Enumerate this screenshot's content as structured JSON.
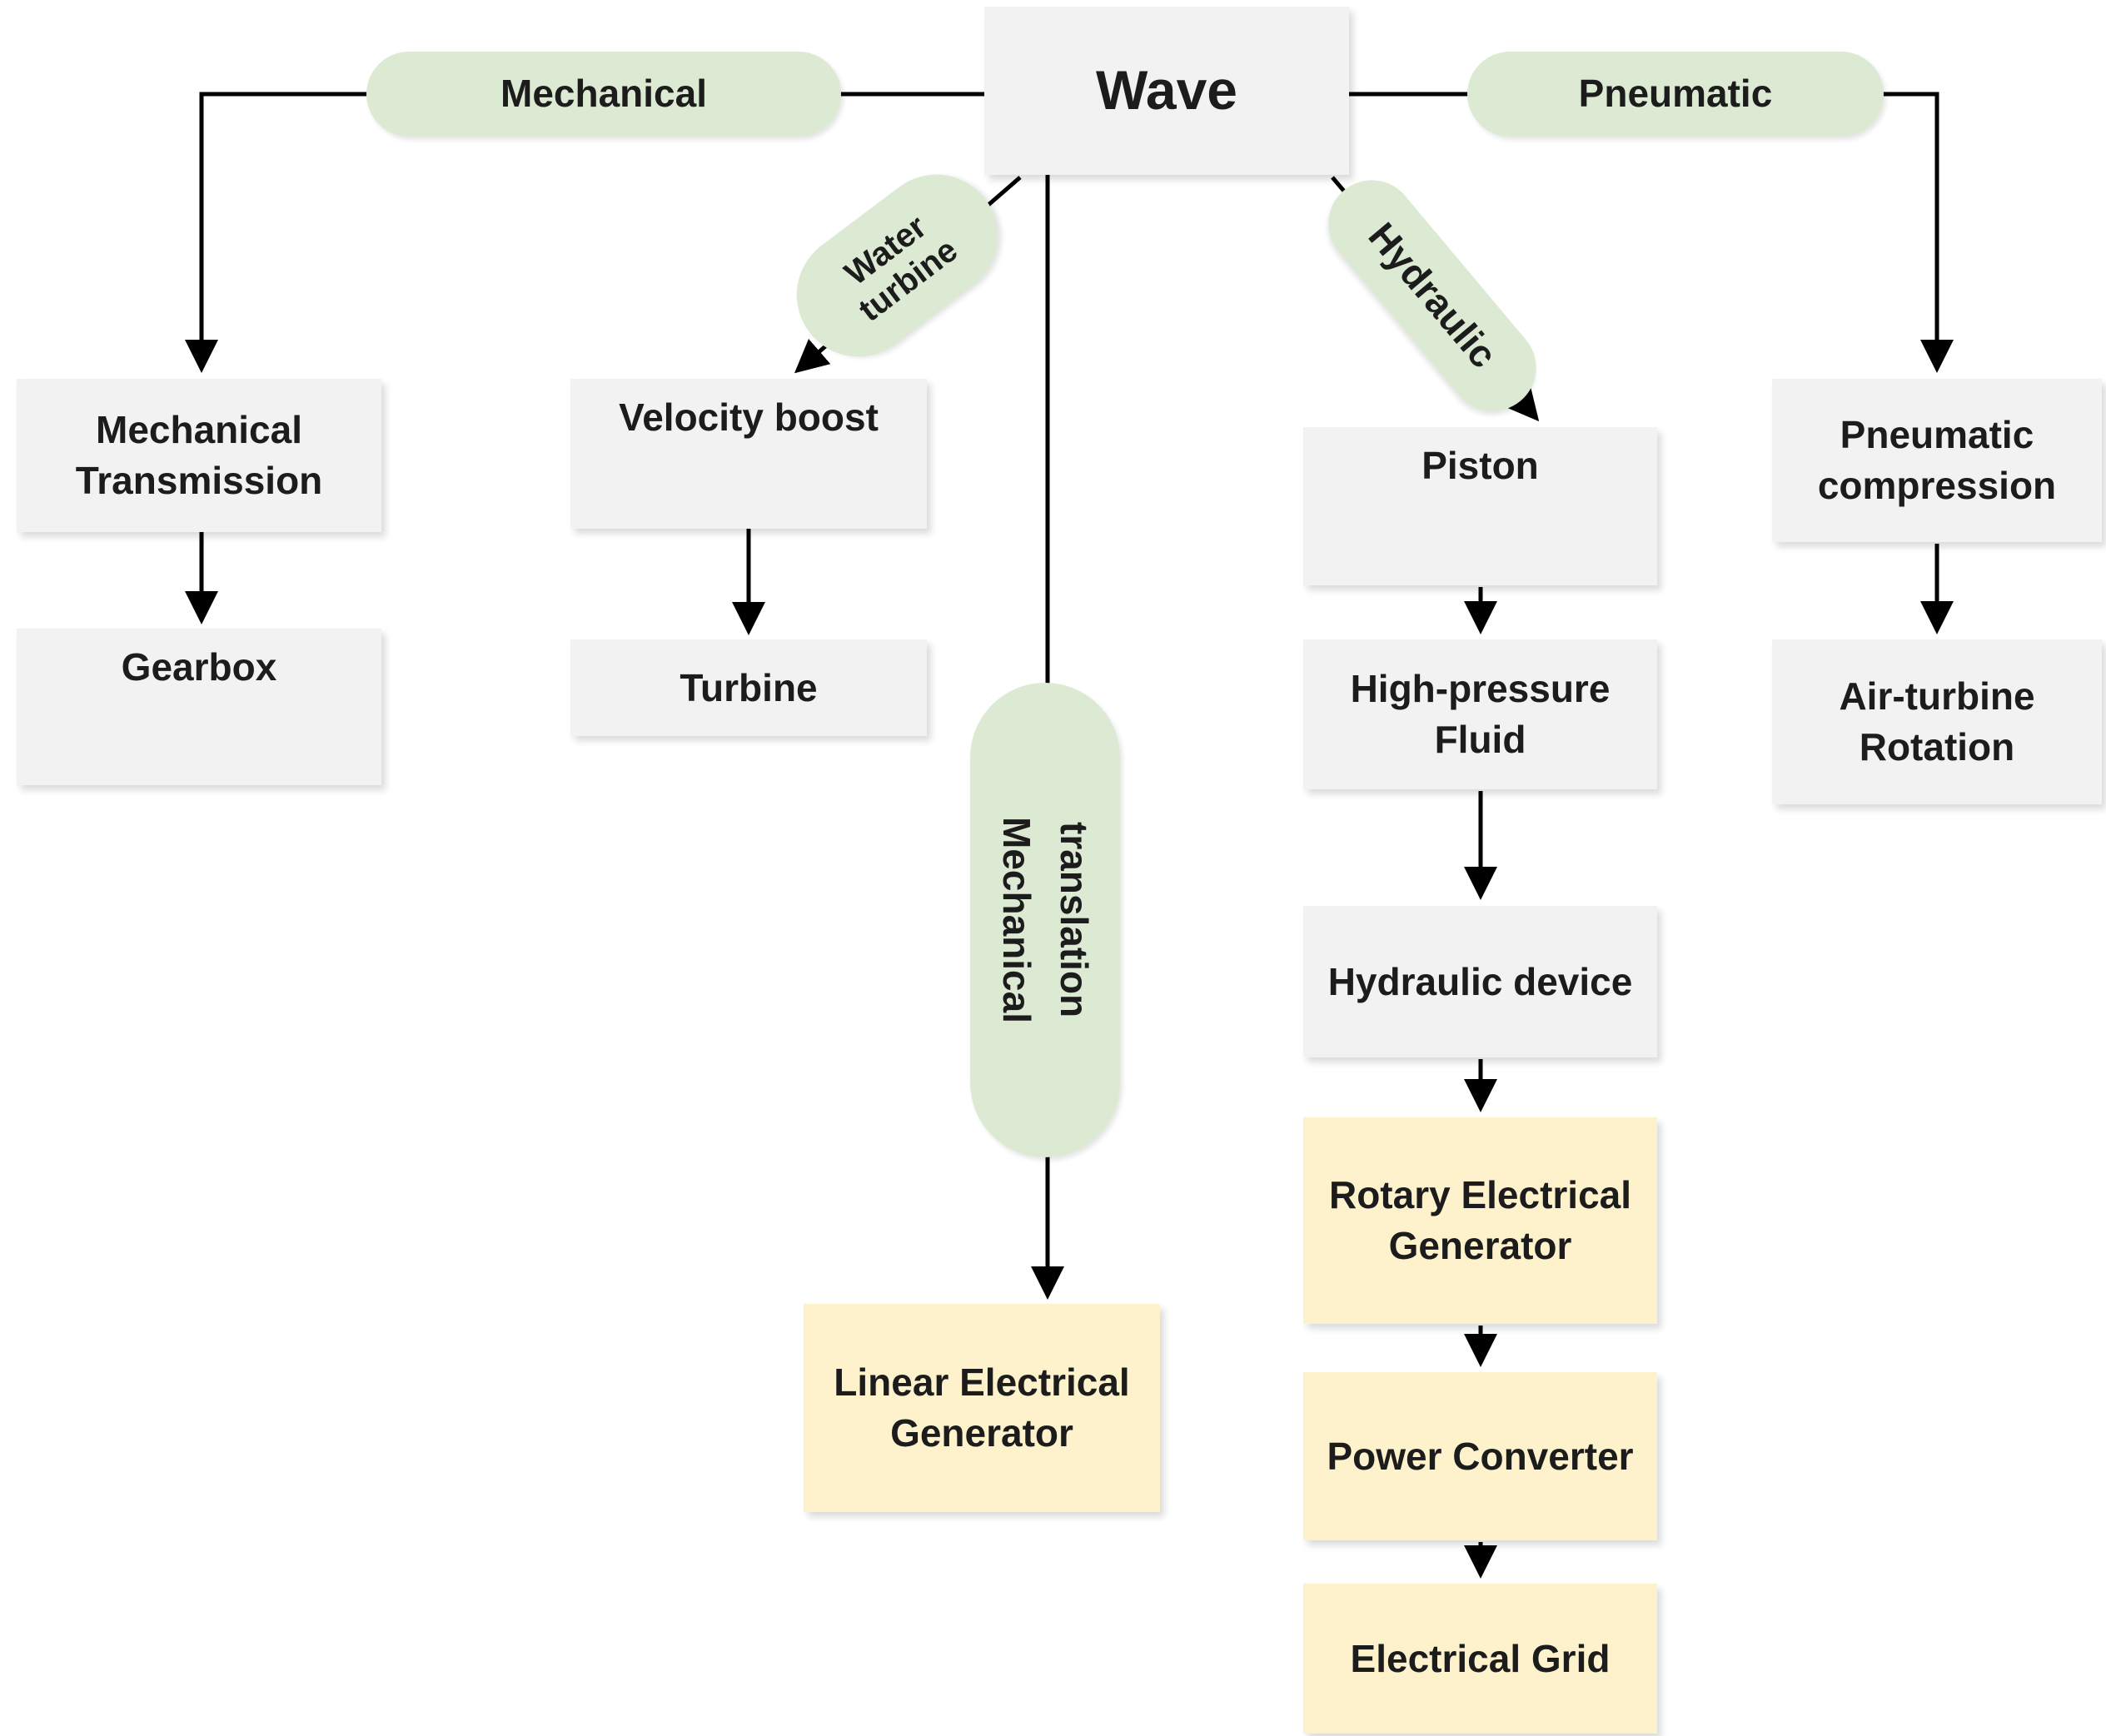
{
  "diagram": {
    "root": {
      "label": "Wave"
    },
    "branch_labels": {
      "mechanical": "Mechanical",
      "pneumatic": "Pneumatic",
      "hydraulic": "Hydraulic",
      "water_turbine": [
        "Water",
        "turbine"
      ],
      "mechanical_translation": [
        "Mechanical",
        "translation"
      ]
    },
    "nodes": {
      "mechanical_transmission": "Mechanical Transmission",
      "gearbox": "Gearbox",
      "velocity_boost": "Velocity boost",
      "turbine": "Turbine",
      "linear_electrical_generator": "Linear Electrical Generator",
      "piston": "Piston",
      "high_pressure_fluid": "High-pressure Fluid",
      "hydraulic_device": "Hydraulic device",
      "rotary_electrical_generator": "Rotary Electrical Generator",
      "power_converter": "Power Converter",
      "electrical_grid": "Electrical Grid",
      "pneumatic_compression": "Pneumatic compression",
      "air_turbine_rotation": "Air-turbine Rotation"
    },
    "edges": [
      {
        "from": "Wave",
        "to": "Mechanical Transmission",
        "via": "Mechanical"
      },
      {
        "from": "Mechanical Transmission",
        "to": "Gearbox"
      },
      {
        "from": "Wave",
        "to": "Velocity boost",
        "via": "Water turbine"
      },
      {
        "from": "Velocity boost",
        "to": "Turbine"
      },
      {
        "from": "Wave",
        "to": "Linear Electrical Generator",
        "via": "Mechanical translation"
      },
      {
        "from": "Wave",
        "to": "Piston",
        "via": "Hydraulic"
      },
      {
        "from": "Piston",
        "to": "High-pressure Fluid"
      },
      {
        "from": "High-pressure Fluid",
        "to": "Hydraulic device"
      },
      {
        "from": "Hydraulic device",
        "to": "Rotary Electrical Generator"
      },
      {
        "from": "Rotary Electrical Generator",
        "to": "Power Converter"
      },
      {
        "from": "Power Converter",
        "to": "Electrical Grid"
      },
      {
        "from": "Wave",
        "to": "Pneumatic compression",
        "via": "Pneumatic"
      },
      {
        "from": "Pneumatic compression",
        "to": "Air-turbine Rotation"
      }
    ],
    "colors": {
      "process_box": "#f2f2f2",
      "label_pill": "#dcead4",
      "output_box": "#fdf2cc",
      "connector": "#000000"
    }
  }
}
